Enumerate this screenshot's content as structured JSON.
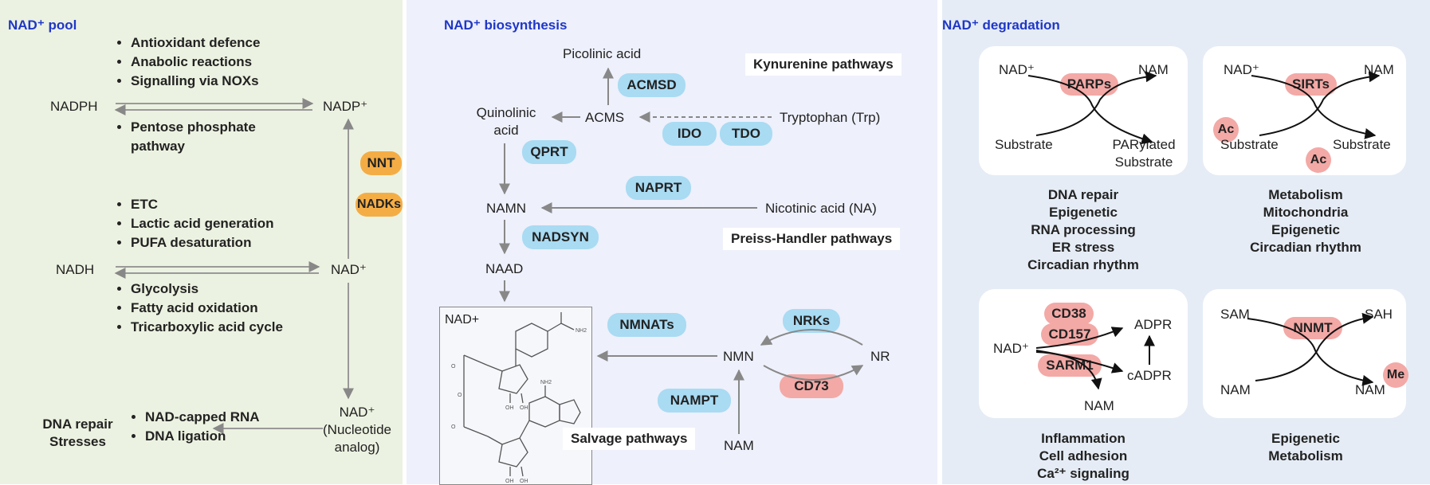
{
  "pool": {
    "title": "NAD⁺ pool",
    "bullets_top": [
      "Antioxidant defence",
      "Anabolic reactions",
      "Signalling via NOXs"
    ],
    "nadph": "NADPH",
    "nadp": "NADP⁺",
    "bullets_pentose": [
      "Pentose phosphate pathway"
    ],
    "nnt": "NNT",
    "nadks": "NADKs",
    "bullets_mid": [
      "ETC",
      "Lactic acid generation",
      "PUFA desaturation"
    ],
    "nadh": "NADH",
    "nad": "NAD⁺",
    "bullets_gly": [
      "Glycolysis",
      "Fatty acid oxidation",
      "Tricarboxylic acid cycle"
    ],
    "dna_repair": "DNA repair",
    "stresses": "Stresses",
    "bullets_bottom": [
      "NAD-capped RNA",
      "DNA ligation"
    ],
    "nad_analog_1": "NAD⁺",
    "nad_analog_2": "(Nucleotide",
    "nad_analog_3": "analog)"
  },
  "bio": {
    "title": "NAD⁺ biosynthesis",
    "picolinic": "Picolinic acid",
    "acmsd": "ACMSD",
    "kynurenine": "Kynurenine pathways",
    "quinolinic_1": "Quinolinic",
    "quinolinic_2": "acid",
    "acms": "ACMS",
    "tryptophan": "Tryptophan (Trp)",
    "ido": "IDO",
    "tdo": "TDO",
    "qprt": "QPRT",
    "naprt": "NAPRT",
    "namn": "NAMN",
    "nicotinic": "Nicotinic acid (NA)",
    "nadsyn": "NADSYN",
    "preiss": "Preiss-Handler pathways",
    "naad": "NAAD",
    "nad_struct": "NAD+",
    "nmnats": "NMNATs",
    "nrks": "NRKs",
    "nmn": "NMN",
    "nr": "NR",
    "cd73": "CD73",
    "nampt": "NAMPT",
    "salvage": "Salvage pathways",
    "nam": "NAM"
  },
  "deg": {
    "title": "NAD⁺ degradation",
    "parps_card": {
      "nad": "NAD⁺",
      "nam": "NAM",
      "enzyme": "PARPs",
      "substrate": "Substrate",
      "product_1": "PARylated",
      "product_2": "Substrate"
    },
    "parps_list": [
      "DNA repair",
      "Epigenetic",
      "RNA processing",
      "ER stress",
      "Circadian rhythm"
    ],
    "sirts_card": {
      "nad": "NAD⁺",
      "nam": "NAM",
      "enzyme": "SIRTs",
      "ac_1": "Ac",
      "substrate_in": "Substrate",
      "substrate_out": "Substrate",
      "ac_2": "Ac"
    },
    "sirts_list": [
      "Metabolism",
      "Mitochondria",
      "Epigenetic",
      "Circadian rhythm"
    ],
    "cd38_card": {
      "cd38": "CD38",
      "cd157": "CD157",
      "sarm1": "SARM1",
      "nad": "NAD⁺",
      "adpr": "ADPR",
      "cadpr": "cADPR",
      "nam": "NAM"
    },
    "cd38_list": [
      "Inflammation",
      "Cell adhesion",
      "Ca²⁺ signaling"
    ],
    "nnmt_card": {
      "sam": "SAM",
      "sah": "SAH",
      "enzyme": "NNMT",
      "nam_in": "NAM",
      "nam_out": "NAM",
      "me": "Me"
    },
    "nnmt_list": [
      "Epigenetic",
      "Metabolism"
    ]
  },
  "colors": {
    "title_blue": "#1f37c8",
    "enzyme_blue": "#a9dbf3",
    "enzyme_orange": "#f4ad45",
    "enzyme_pink": "#f3a9a6"
  }
}
